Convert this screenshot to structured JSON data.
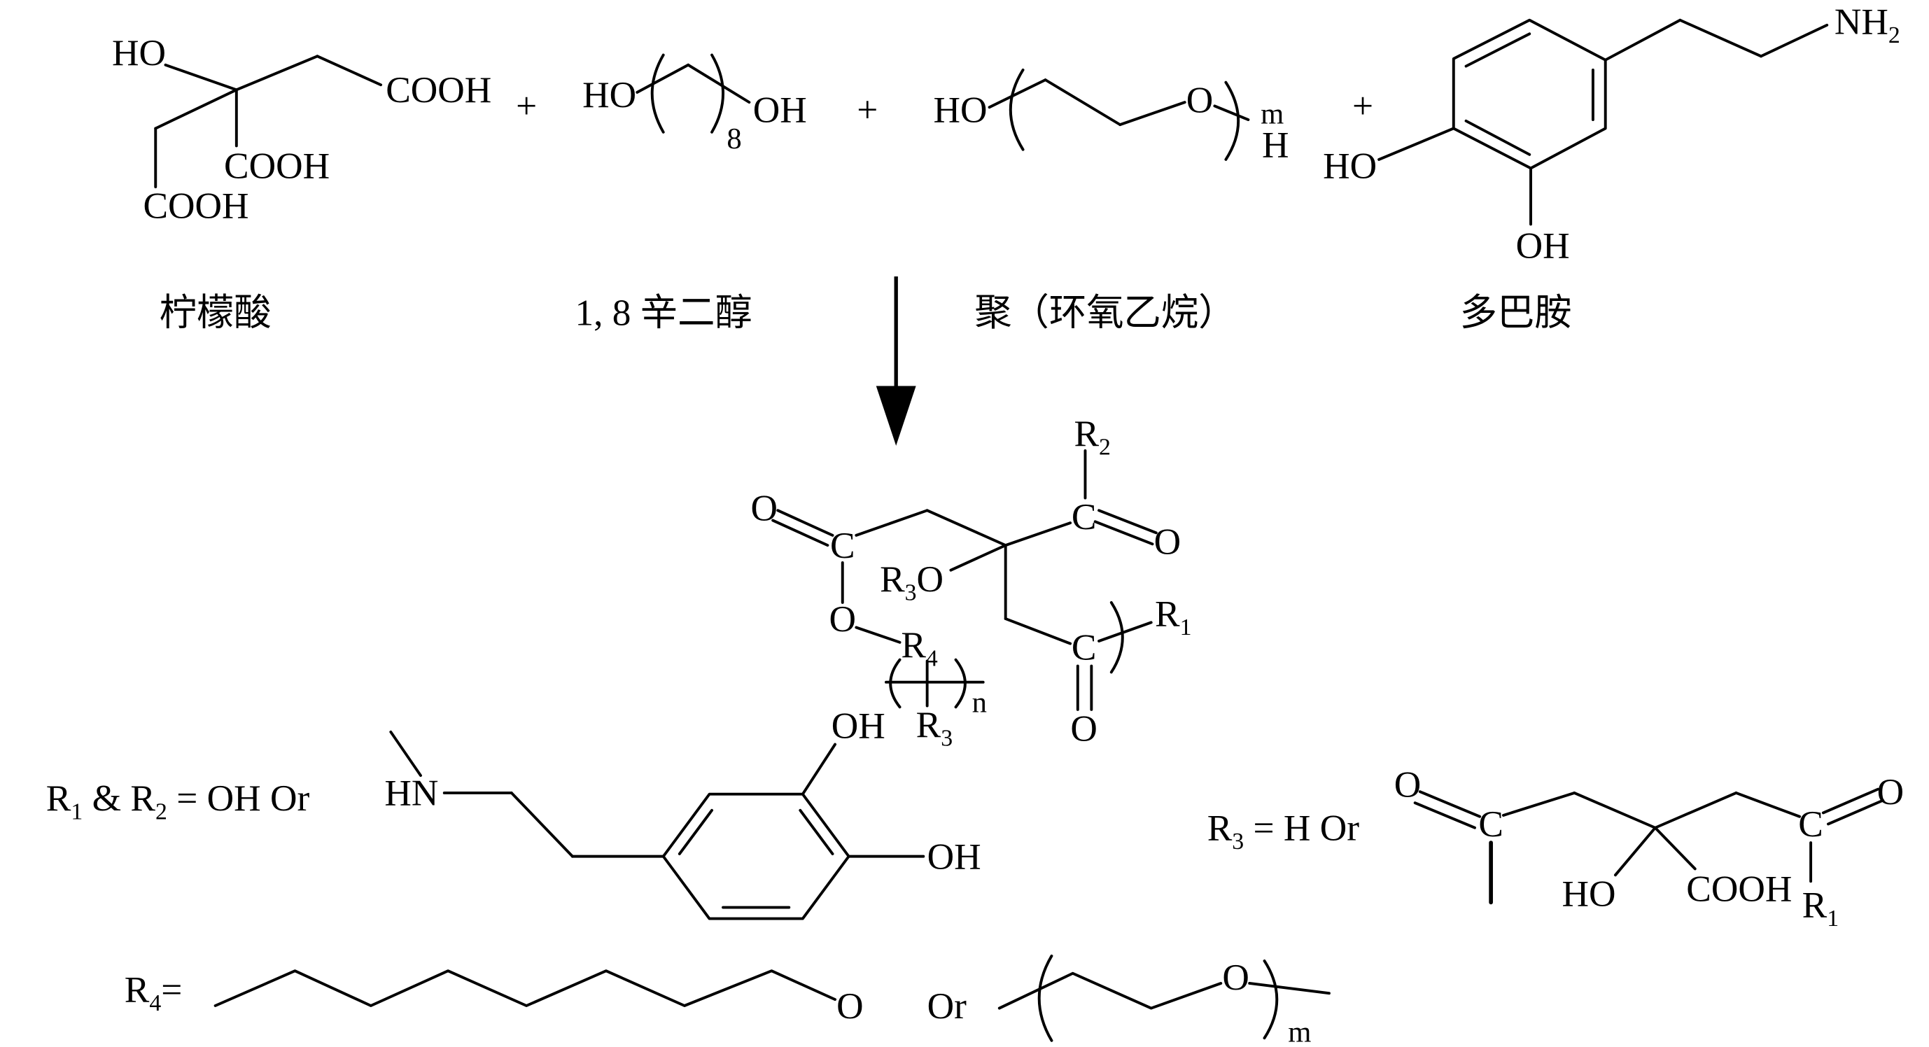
{
  "reactants": {
    "citric_acid": {
      "hydroxyl": "HO",
      "carboxyl_right": "COOH",
      "carboxyl_middle": "COOH",
      "carboxyl_bottom": "COOH",
      "name": "柠檬酸"
    },
    "plus_1": "+",
    "octanediol": {
      "hydroxyl_left": "HO",
      "repeat_count": "8",
      "hydroxyl_right": "OH",
      "name": "1, 8 辛二醇"
    },
    "plus_2": "+",
    "peg": {
      "hydroxyl": "HO",
      "ether_oxygen": "O",
      "repeat_count": "m",
      "end_group": "H",
      "name": "聚（环氧乙烷）"
    },
    "plus_3": "+",
    "dopamine": {
      "amine": "NH",
      "amine_sub": "2",
      "hydroxyl_left": "HO",
      "hydroxyl_bottom": "OH",
      "name": "多巴胺"
    }
  },
  "product": {
    "r2": {
      "base": "R",
      "sub": "2"
    },
    "carbon_top_right": "C",
    "oxygen_top_right": "O",
    "oxygen_top_left": "O",
    "carbon_left": "C",
    "r3o": {
      "base": "R",
      "sub": "3",
      "suffix": "O"
    },
    "ester_oxygen": "O",
    "r4": {
      "base": "R",
      "sub": "4"
    },
    "r3": {
      "base": "R",
      "sub": "3"
    },
    "repeat_count": "n",
    "carbon_bottom": "C",
    "oxygen_bottom": "O",
    "r1": {
      "base": "R",
      "sub": "1"
    }
  },
  "definitions": {
    "r1_r2": {
      "r_a": "R",
      "sub_a": "1",
      "joiner": " & R",
      "sub_b": "2",
      "rest": " = OH Or"
    },
    "dopamine_amide": {
      "amine": "HN",
      "hydroxyl_top": "OH",
      "hydroxyl_right": "OH"
    },
    "r3": {
      "base": "R",
      "sub": "3",
      "rest": " = H Or"
    },
    "citrate_fragment": {
      "oxygen_left": "O",
      "carbon_left": "C",
      "carbon_right": "C",
      "oxygen_right": "O",
      "hydroxyl": "HO",
      "carboxyl": "COOH",
      "r1": {
        "base": "R",
        "sub": "1"
      }
    },
    "r4": {
      "base": "R",
      "sub": "4",
      "rest": "="
    },
    "octyl_chain": {
      "oxygen": "O"
    },
    "or_label": "Or",
    "peg_unit": {
      "oxygen": "O",
      "repeat_count": "m"
    }
  },
  "colors": {
    "ink": "#000000",
    "background": "#ffffff"
  }
}
